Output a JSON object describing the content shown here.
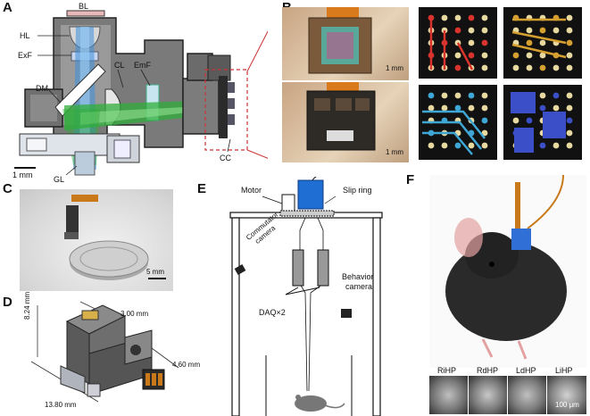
{
  "panels": {
    "a": "A",
    "b": "B",
    "c": "C",
    "d": "D",
    "e": "E",
    "f": "F"
  },
  "panel_a": {
    "labels": {
      "bl": "BL",
      "hl": "HL",
      "exf": "ExF",
      "dm": "DM",
      "cl": "CL",
      "emf": "EmF",
      "gl": "GL",
      "cc": "CC"
    },
    "scale": "1 mm"
  },
  "panel_b": {
    "scale_top": "1 mm",
    "scale_bottom": "1 mm"
  },
  "panel_c": {
    "scale": "5 mm"
  },
  "panel_d": {
    "dims": {
      "height": "8.24 mm",
      "width_top": "3.00 mm",
      "length": "13.80 mm",
      "depth": "4.60 mm"
    }
  },
  "panel_e": {
    "labels": {
      "motor": "Motor",
      "slip_ring": "Slip ring",
      "commutator": "Commutator",
      "commutator2": "camera",
      "behavior": "Behavior",
      "behavior2": "camera",
      "daq": "DAQ×2"
    }
  },
  "panel_f": {
    "regions": [
      "RiHP",
      "RdHP",
      "LdHP",
      "LiHP"
    ],
    "scale": "100 μm"
  },
  "colors": {
    "green": "#2fae3a",
    "blue": "#3d8fdc",
    "pcb_red": "#d8332c",
    "pcb_orange": "#d6a031",
    "pcb_cyan": "#3fa7d6",
    "pcb_blue": "#3a4fc8",
    "pcb_pad": "#e8d9a0"
  }
}
